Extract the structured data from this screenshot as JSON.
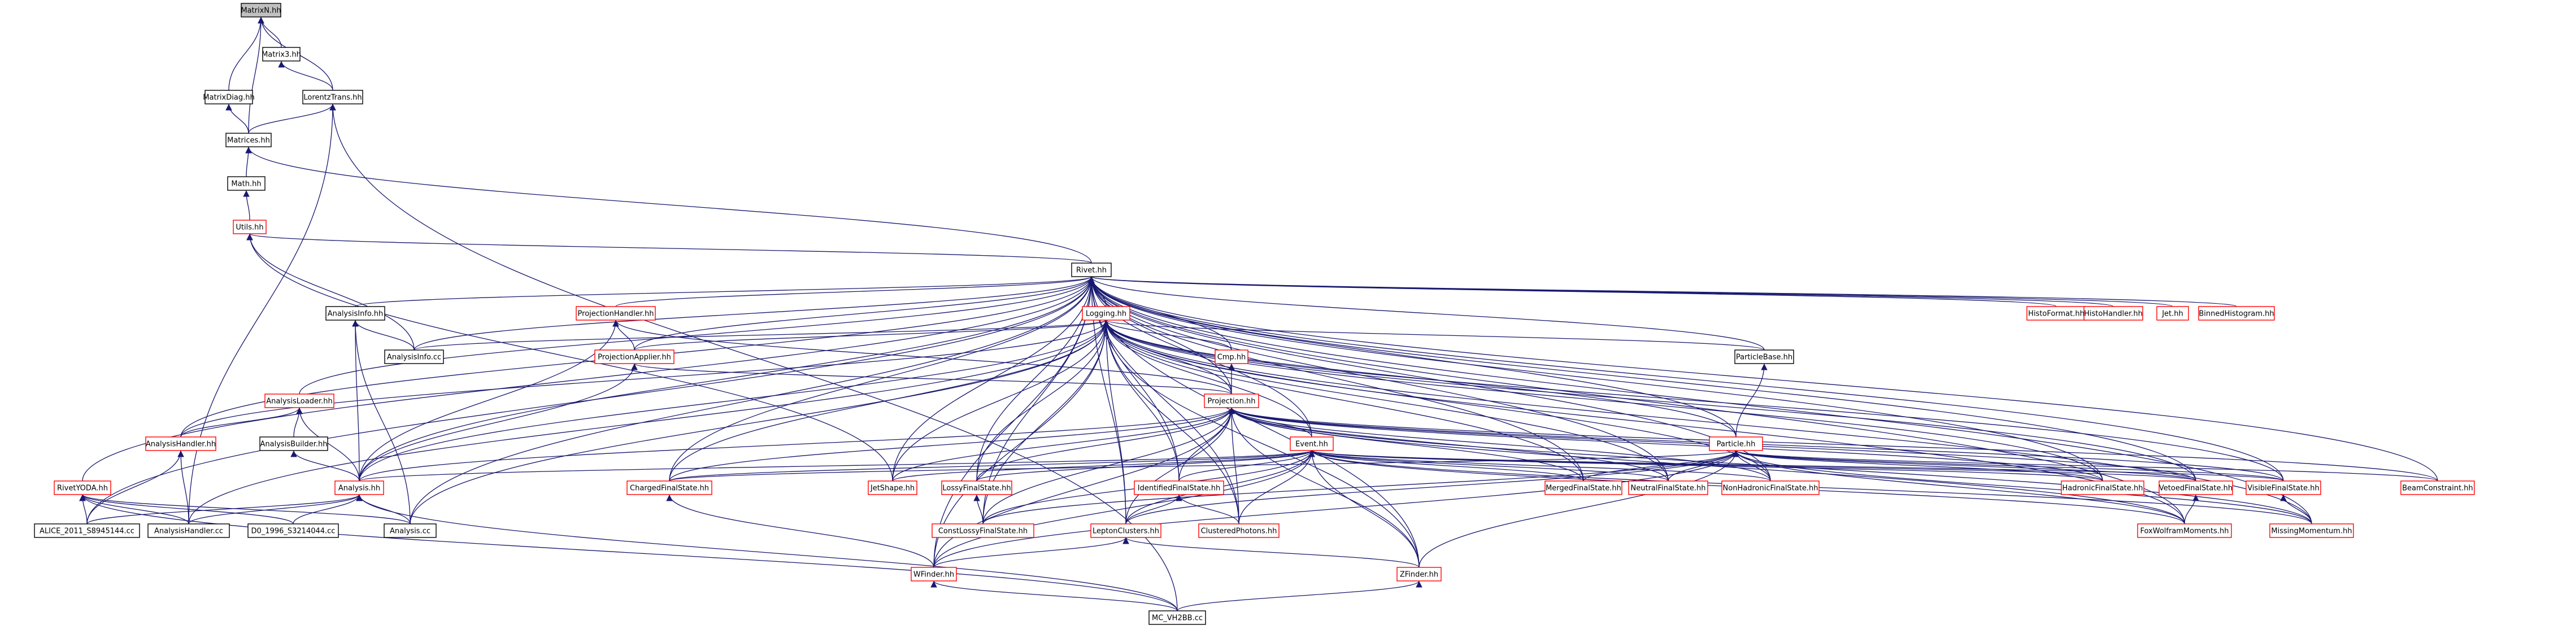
{
  "colors": {
    "edge": "#191970",
    "border_ok": "#000000",
    "border_missing": "#ff0000",
    "root_fill": "#c0c0c0"
  },
  "nodes": [
    {
      "id": "MatrixN",
      "label": "MatrixN.hh",
      "style": "root"
    },
    {
      "id": "Matrix3",
      "label": "Matrix3.hh",
      "style": "normal"
    },
    {
      "id": "MatrixDiag",
      "label": "MatrixDiag.hh",
      "style": "normal"
    },
    {
      "id": "LorentzTrans",
      "label": "LorentzTrans.hh",
      "style": "normal"
    },
    {
      "id": "Matrices",
      "label": "Matrices.hh",
      "style": "normal"
    },
    {
      "id": "Math",
      "label": "Math.hh",
      "style": "normal"
    },
    {
      "id": "Utils",
      "label": "Utils.hh",
      "style": "red"
    },
    {
      "id": "Rivet",
      "label": "Rivet.hh",
      "style": "normal"
    },
    {
      "id": "AnalysisInfo",
      "label": "AnalysisInfo.hh",
      "style": "normal"
    },
    {
      "id": "AnalysisInfoCC",
      "label": "AnalysisInfo.cc",
      "style": "normal"
    },
    {
      "id": "ProjectionHandler",
      "label": "ProjectionHandler.hh",
      "style": "red"
    },
    {
      "id": "ProjectionApplier",
      "label": "ProjectionApplier.hh",
      "style": "red"
    },
    {
      "id": "Logging",
      "label": "Logging.hh",
      "style": "red"
    },
    {
      "id": "HistoFormat",
      "label": "HistoFormat.hh",
      "style": "red"
    },
    {
      "id": "HistoHandler",
      "label": "HistoHandler.hh",
      "style": "red"
    },
    {
      "id": "Jet",
      "label": "Jet.hh",
      "style": "red"
    },
    {
      "id": "BinnedHistogram",
      "label": "BinnedHistogram.hh",
      "style": "red"
    },
    {
      "id": "Cmp",
      "label": "Cmp.hh",
      "style": "red"
    },
    {
      "id": "ParticleBase",
      "label": "ParticleBase.hh",
      "style": "normal"
    },
    {
      "id": "AnalysisLoader",
      "label": "AnalysisLoader.hh",
      "style": "red"
    },
    {
      "id": "AnalysisBuilder",
      "label": "AnalysisBuilder.hh",
      "style": "normal"
    },
    {
      "id": "Projection",
      "label": "Projection.hh",
      "style": "red"
    },
    {
      "id": "AnalysisHandler",
      "label": "AnalysisHandler.hh",
      "style": "red"
    },
    {
      "id": "RivetYODA",
      "label": "RivetYODA.hh",
      "style": "red"
    },
    {
      "id": "Event",
      "label": "Event.hh",
      "style": "red"
    },
    {
      "id": "Particle",
      "label": "Particle.hh",
      "style": "red"
    },
    {
      "id": "Analysis",
      "label": "Analysis.hh",
      "style": "red"
    },
    {
      "id": "ChargedFinalState",
      "label": "ChargedFinalState.hh",
      "style": "red"
    },
    {
      "id": "JetShape",
      "label": "JetShape.hh",
      "style": "red"
    },
    {
      "id": "LossyFinalState",
      "label": "LossyFinalState.hh",
      "style": "red"
    },
    {
      "id": "IdentifiedFinalState",
      "label": "IdentifiedFinalState.hh",
      "style": "red"
    },
    {
      "id": "MergedFinalState",
      "label": "MergedFinalState.hh",
      "style": "red"
    },
    {
      "id": "NeutralFinalState",
      "label": "NeutralFinalState.hh",
      "style": "red"
    },
    {
      "id": "NonHadronicFinalState",
      "label": "NonHadronicFinalState.hh",
      "style": "red"
    },
    {
      "id": "HadronicFinalState",
      "label": "HadronicFinalState.hh",
      "style": "red"
    },
    {
      "id": "VetoedFinalState",
      "label": "VetoedFinalState.hh",
      "style": "red"
    },
    {
      "id": "VisibleFinalState",
      "label": "VisibleFinalState.hh",
      "style": "red"
    },
    {
      "id": "BeamConstraint",
      "label": "BeamConstraint.hh",
      "style": "red"
    },
    {
      "id": "ALICE",
      "label": "ALICE_2011_S8945144.cc",
      "style": "normal"
    },
    {
      "id": "AnalysisHandlerCC",
      "label": "AnalysisHandler.cc",
      "style": "normal"
    },
    {
      "id": "D0",
      "label": "D0_1996_S3214044.cc",
      "style": "normal"
    },
    {
      "id": "AnalysisCC",
      "label": "Analysis.cc",
      "style": "normal"
    },
    {
      "id": "ConstLossy",
      "label": "ConstLossyFinalState.hh",
      "style": "red"
    },
    {
      "id": "LeptonClusters",
      "label": "LeptonClusters.hh",
      "style": "red"
    },
    {
      "id": "ClusteredPhotons",
      "label": "ClusteredPhotons.hh",
      "style": "red"
    },
    {
      "id": "FoxWolfram",
      "label": "FoxWolframMoments.hh",
      "style": "red"
    },
    {
      "id": "MissingMomentum",
      "label": "MissingMomentum.hh",
      "style": "red"
    },
    {
      "id": "ZFinder",
      "label": "ZFinder.hh",
      "style": "red"
    },
    {
      "id": "WFinder",
      "label": "WFinder.hh",
      "style": "red"
    },
    {
      "id": "MC_VH2BB",
      "label": "MC_VH2BB.cc",
      "style": "normal"
    }
  ],
  "edges": [
    [
      "Matrix3",
      "MatrixN"
    ],
    [
      "MatrixDiag",
      "MatrixN"
    ],
    [
      "LorentzTrans",
      "MatrixN"
    ],
    [
      "Matrices",
      "MatrixN"
    ],
    [
      "LorentzTrans",
      "Matrix3"
    ],
    [
      "Matrices",
      "MatrixDiag"
    ],
    [
      "Matrices",
      "LorentzTrans"
    ],
    [
      "MC_VH2BB",
      "LorentzTrans"
    ],
    [
      "AnalysisHandlerCC",
      "LorentzTrans"
    ],
    [
      "Math",
      "Matrices"
    ],
    [
      "Rivet",
      "Matrices"
    ],
    [
      "Utils",
      "Math"
    ],
    [
      "Rivet",
      "Utils"
    ],
    [
      "AnalysisInfoCC",
      "Utils"
    ],
    [
      "JetShape",
      "Utils"
    ],
    [
      "AnalysisInfo",
      "Rivet"
    ],
    [
      "AnalysisInfoCC",
      "Rivet"
    ],
    [
      "ProjectionHandler",
      "Rivet"
    ],
    [
      "ProjectionApplier",
      "Rivet"
    ],
    [
      "Logging",
      "Rivet"
    ],
    [
      "HistoFormat",
      "Rivet"
    ],
    [
      "HistoHandler",
      "Rivet"
    ],
    [
      "Jet",
      "Rivet"
    ],
    [
      "BinnedHistogram",
      "Rivet"
    ],
    [
      "Cmp",
      "Rivet"
    ],
    [
      "ParticleBase",
      "Rivet"
    ],
    [
      "AnalysisLoader",
      "Rivet"
    ],
    [
      "Projection",
      "Rivet"
    ],
    [
      "AnalysisHandler",
      "Rivet"
    ],
    [
      "RivetYODA",
      "Rivet"
    ],
    [
      "Event",
      "Rivet"
    ],
    [
      "Particle",
      "Rivet"
    ],
    [
      "Analysis",
      "Rivet"
    ],
    [
      "ChargedFinalState",
      "Rivet"
    ],
    [
      "JetShape",
      "Rivet"
    ],
    [
      "LossyFinalState",
      "Rivet"
    ],
    [
      "IdentifiedFinalState",
      "Rivet"
    ],
    [
      "MergedFinalState",
      "Rivet"
    ],
    [
      "NeutralFinalState",
      "Rivet"
    ],
    [
      "NonHadronicFinalState",
      "Rivet"
    ],
    [
      "HadronicFinalState",
      "Rivet"
    ],
    [
      "VetoedFinalState",
      "Rivet"
    ],
    [
      "VisibleFinalState",
      "Rivet"
    ],
    [
      "BeamConstraint",
      "Rivet"
    ],
    [
      "ALICE",
      "Rivet"
    ],
    [
      "AnalysisCC",
      "Rivet"
    ],
    [
      "FoxWolfram",
      "Rivet"
    ],
    [
      "MissingMomentum",
      "Rivet"
    ],
    [
      "ZFinder",
      "Rivet"
    ],
    [
      "WFinder",
      "Rivet"
    ],
    [
      "ConstLossy",
      "Rivet"
    ],
    [
      "LeptonClusters",
      "Rivet"
    ],
    [
      "ClusteredPhotons",
      "Rivet"
    ],
    [
      "AnalysisInfoCC",
      "AnalysisInfo"
    ],
    [
      "Analysis",
      "AnalysisInfo"
    ],
    [
      "AnalysisCC",
      "AnalysisInfo"
    ],
    [
      "ProjectionApplier",
      "ProjectionHandler"
    ],
    [
      "Projection",
      "ProjectionHandler"
    ],
    [
      "Analysis",
      "ProjectionHandler"
    ],
    [
      "AnalysisInfoCC",
      "Logging"
    ],
    [
      "ProjectionApplier",
      "Logging"
    ],
    [
      "Cmp",
      "Logging"
    ],
    [
      "Projection",
      "Logging"
    ],
    [
      "ParticleBase",
      "Logging"
    ],
    [
      "Event",
      "Logging"
    ],
    [
      "Particle",
      "Logging"
    ],
    [
      "Analysis",
      "Logging"
    ],
    [
      "AnalysisHandler",
      "Logging"
    ],
    [
      "ChargedFinalState",
      "Logging"
    ],
    [
      "JetShape",
      "Logging"
    ],
    [
      "LossyFinalState",
      "Logging"
    ],
    [
      "IdentifiedFinalState",
      "Logging"
    ],
    [
      "MergedFinalState",
      "Logging"
    ],
    [
      "NeutralFinalState",
      "Logging"
    ],
    [
      "NonHadronicFinalState",
      "Logging"
    ],
    [
      "HadronicFinalState",
      "Logging"
    ],
    [
      "VetoedFinalState",
      "Logging"
    ],
    [
      "VisibleFinalState",
      "Logging"
    ],
    [
      "ZFinder",
      "Logging"
    ],
    [
      "WFinder",
      "Logging"
    ],
    [
      "MissingMomentum",
      "Logging"
    ],
    [
      "FoxWolfram",
      "Logging"
    ],
    [
      "ConstLossy",
      "Logging"
    ],
    [
      "LeptonClusters",
      "Logging"
    ],
    [
      "ClusteredPhotons",
      "Logging"
    ],
    [
      "AnalysisCC",
      "Logging"
    ],
    [
      "AnalysisHandlerCC",
      "Logging"
    ],
    [
      "Projection",
      "ProjectionApplier"
    ],
    [
      "Analysis",
      "ProjectionApplier"
    ],
    [
      "Projection",
      "Cmp"
    ],
    [
      "Particle",
      "ParticleBase"
    ],
    [
      "AnalysisBuilder",
      "AnalysisLoader"
    ],
    [
      "AnalysisHandler",
      "AnalysisLoader"
    ],
    [
      "Analysis",
      "AnalysisLoader"
    ],
    [
      "Analysis",
      "AnalysisBuilder"
    ],
    [
      "Event",
      "Projection"
    ],
    [
      "Analysis",
      "Projection"
    ],
    [
      "ChargedFinalState",
      "Projection"
    ],
    [
      "JetShape",
      "Projection"
    ],
    [
      "LossyFinalState",
      "Projection"
    ],
    [
      "IdentifiedFinalState",
      "Projection"
    ],
    [
      "MergedFinalState",
      "Projection"
    ],
    [
      "NeutralFinalState",
      "Projection"
    ],
    [
      "NonHadronicFinalState",
      "Projection"
    ],
    [
      "HadronicFinalState",
      "Projection"
    ],
    [
      "VetoedFinalState",
      "Projection"
    ],
    [
      "VisibleFinalState",
      "Projection"
    ],
    [
      "BeamConstraint",
      "Projection"
    ],
    [
      "ConstLossy",
      "Projection"
    ],
    [
      "LeptonClusters",
      "Projection"
    ],
    [
      "ClusteredPhotons",
      "Projection"
    ],
    [
      "FoxWolfram",
      "Projection"
    ],
    [
      "MissingMomentum",
      "Projection"
    ],
    [
      "ZFinder",
      "Projection"
    ],
    [
      "WFinder",
      "Projection"
    ],
    [
      "AnalysisHandlerCC",
      "AnalysisHandler"
    ],
    [
      "ALICE",
      "AnalysisHandler"
    ],
    [
      "ALICE",
      "RivetYODA"
    ],
    [
      "AnalysisHandlerCC",
      "RivetYODA"
    ],
    [
      "D0",
      "RivetYODA"
    ],
    [
      "AnalysisCC",
      "RivetYODA"
    ],
    [
      "MC_VH2BB",
      "RivetYODA"
    ],
    [
      "Analysis",
      "Event"
    ],
    [
      "ChargedFinalState",
      "Event"
    ],
    [
      "JetShape",
      "Event"
    ],
    [
      "LossyFinalState",
      "Event"
    ],
    [
      "IdentifiedFinalState",
      "Event"
    ],
    [
      "MergedFinalState",
      "Event"
    ],
    [
      "NeutralFinalState",
      "Event"
    ],
    [
      "NonHadronicFinalState",
      "Event"
    ],
    [
      "HadronicFinalState",
      "Event"
    ],
    [
      "VetoedFinalState",
      "Event"
    ],
    [
      "VisibleFinalState",
      "Event"
    ],
    [
      "ConstLossy",
      "Event"
    ],
    [
      "LeptonClusters",
      "Event"
    ],
    [
      "ClusteredPhotons",
      "Event"
    ],
    [
      "FoxWolfram",
      "Event"
    ],
    [
      "MissingMomentum",
      "Event"
    ],
    [
      "ZFinder",
      "Event"
    ],
    [
      "WFinder",
      "Event"
    ],
    [
      "ChargedFinalState",
      "Particle"
    ],
    [
      "MergedFinalState",
      "Particle"
    ],
    [
      "NeutralFinalState",
      "Particle"
    ],
    [
      "NonHadronicFinalState",
      "Particle"
    ],
    [
      "HadronicFinalState",
      "Particle"
    ],
    [
      "VetoedFinalState",
      "Particle"
    ],
    [
      "VisibleFinalState",
      "Particle"
    ],
    [
      "BeamConstraint",
      "Particle"
    ],
    [
      "FoxWolfram",
      "Particle"
    ],
    [
      "MissingMomentum",
      "Particle"
    ],
    [
      "ConstLossy",
      "Particle"
    ],
    [
      "LeptonClusters",
      "Particle"
    ],
    [
      "ZFinder",
      "Particle"
    ],
    [
      "WFinder",
      "Particle"
    ],
    [
      "ALICE",
      "Analysis"
    ],
    [
      "AnalysisHandlerCC",
      "Analysis"
    ],
    [
      "D0",
      "Analysis"
    ],
    [
      "AnalysisCC",
      "Analysis"
    ],
    [
      "MC_VH2BB",
      "Analysis"
    ],
    [
      "WFinder",
      "ChargedFinalState"
    ],
    [
      "ConstLossy",
      "LossyFinalState"
    ],
    [
      "LeptonClusters",
      "IdentifiedFinalState"
    ],
    [
      "ClusteredPhotons",
      "IdentifiedFinalState"
    ],
    [
      "FoxWolfram",
      "VetoedFinalState"
    ],
    [
      "MissingMomentum",
      "VisibleFinalState"
    ],
    [
      "WFinder",
      "LeptonClusters"
    ],
    [
      "ZFinder",
      "LeptonClusters"
    ],
    [
      "MC_VH2BB",
      "WFinder"
    ],
    [
      "MC_VH2BB",
      "ZFinder"
    ]
  ]
}
